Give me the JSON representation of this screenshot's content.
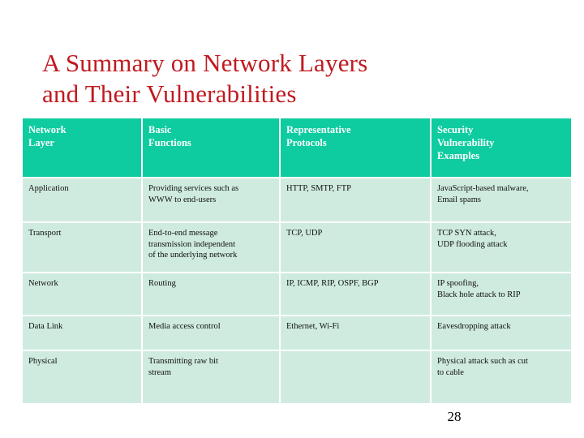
{
  "slide": {
    "title": "A Summary on Network Layers\nand Their Vulnerabilities",
    "title_color": "#C01A20",
    "page_number": "28"
  },
  "table": {
    "header_bg": "#0ECCA0",
    "header_text_color": "#FFFFFF",
    "cell_bg": "#CFEBDF",
    "cell_text_color": "#101010",
    "headers": [
      "Network\nLayer",
      "Basic\nFunctions",
      "Representative\nProtocols",
      "Security\nVulnerability\nExamples"
    ],
    "rows": [
      {
        "layer": "Application",
        "functions": "Providing services such as\nWWW to end-users",
        "protocols": "HTTP, SMTP, FTP",
        "vulnerabilities": "JavaScript-based malware,\nEmail spams"
      },
      {
        "layer": "Transport",
        "functions": "End-to-end message\ntransmission independent\nof the underlying network",
        "protocols": "TCP, UDP",
        "vulnerabilities": "TCP SYN attack,\nUDP flooding attack"
      },
      {
        "layer": "Network",
        "functions": "Routing",
        "protocols": "IP, ICMP, RIP, OSPF, BGP",
        "vulnerabilities": "IP spoofing,\nBlack hole attack to RIP"
      },
      {
        "layer": "Data Link",
        "functions": "Media access control",
        "protocols": "Ethernet, Wi-Fi",
        "vulnerabilities": "Eavesdropping attack"
      },
      {
        "layer": "Physical",
        "functions": "Transmitting raw bit\nstream",
        "protocols": "",
        "vulnerabilities": "Physical attack such as cut\nto cable"
      }
    ]
  }
}
